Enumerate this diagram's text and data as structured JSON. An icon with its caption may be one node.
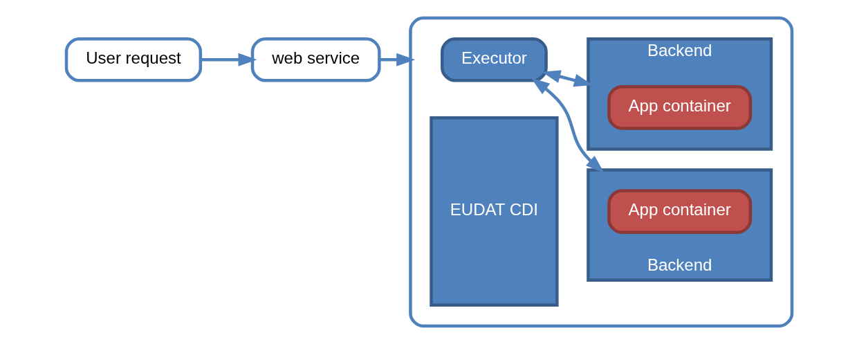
{
  "diagram": {
    "nodes": [
      {
        "text": [
          "User request"
        ]
      },
      {
        "text": [
          "web service"
        ]
      },
      {
        "text": [],
        "shape": "box"
      },
      {
        "text": [
          "Executor"
        ],
        "in": 2
      },
      {
        "text": [
          "Backend"
        ],
        "in": 2
      },
      {
        "text": [
          "App container"
        ],
        "in": 4
      },
      {
        "text": [
          "Backend"
        ],
        "in": 2
      },
      {
        "text": [
          "App container"
        ],
        "in": 6
      },
      {
        "text": [
          "EUDAT CDI"
        ],
        "in": 2
      }
    ],
    "edges": [
      {
        "from": 0,
        "to": 1,
        "arrow": "to"
      },
      {
        "from": 1,
        "to": 2,
        "arrow": "to"
      },
      {
        "from": 3,
        "to": 4,
        "arrow": "both"
      },
      {
        "from": 3,
        "to": 6,
        "arrow": "both"
      }
    ]
  }
}
